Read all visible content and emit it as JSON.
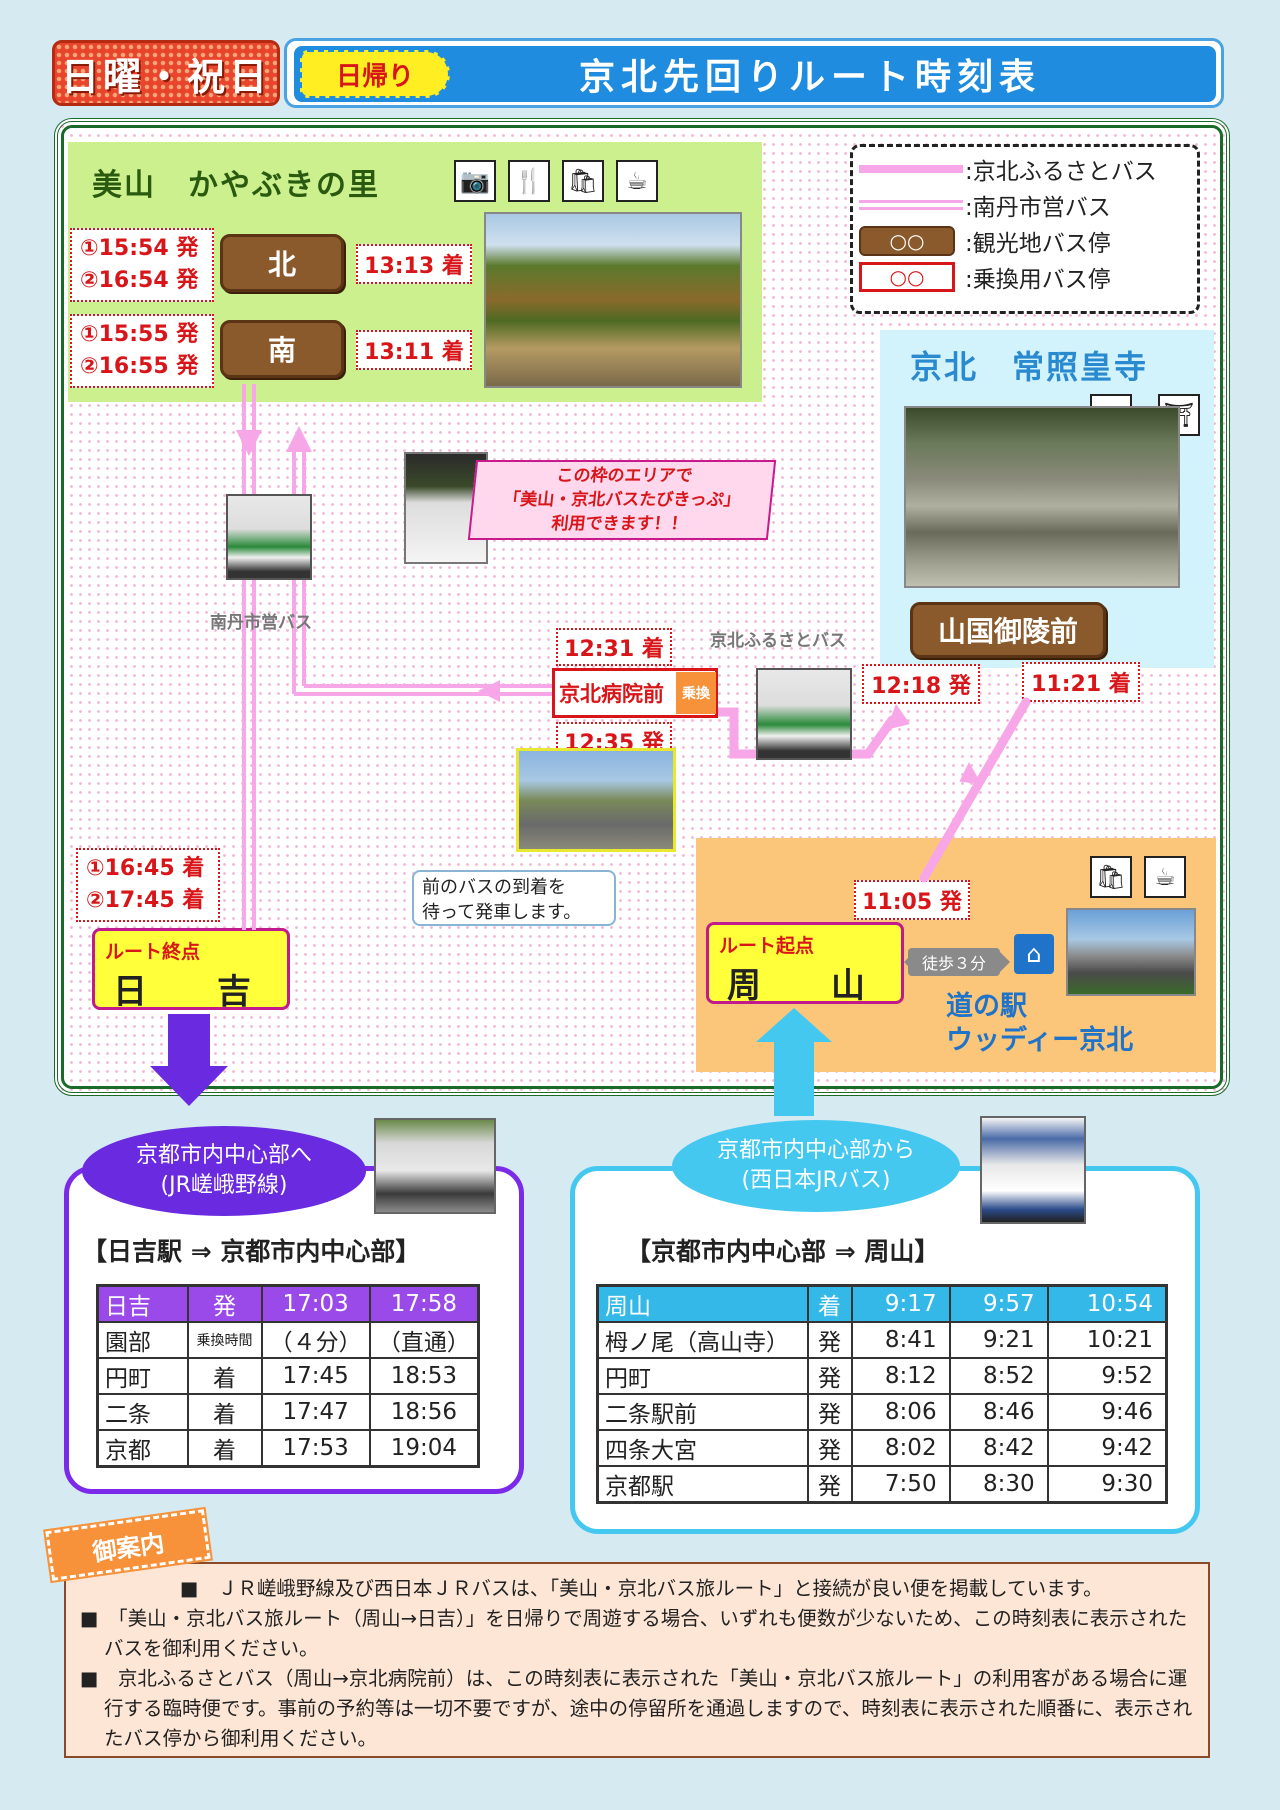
{
  "header": {
    "day_type": "日曜・祝日",
    "trip_tag": "日帰り",
    "title": "京北先回りルート時刻表"
  },
  "legend": {
    "items": [
      {
        "label": ":京北ふるさとバス"
      },
      {
        "label": ":南丹市営バス"
      },
      {
        "label": ":観光地バス停",
        "symbol": "○○"
      },
      {
        "label": ":乗換用バス停",
        "symbol": "○○"
      }
    ]
  },
  "miyama": {
    "title": "美山　かやぶきの里",
    "icons": [
      "camera-icon",
      "restaurant-icon",
      "shopping-icon",
      "cafe-icon"
    ],
    "north": {
      "name": "北",
      "arrive": "13:13 着",
      "depart": [
        "①15:54 発",
        "②16:54 発"
      ]
    },
    "south": {
      "name": "南",
      "arrive": "13:11 着",
      "depart": [
        "①15:55 発",
        "②16:55 発"
      ]
    }
  },
  "nantan_bus_label": "南丹市営バス",
  "ticket_note": [
    "この枠のエリアで",
    "「美山・京北バスたびきっぷ」",
    "利用できます！！"
  ],
  "joshoko": {
    "title": "京北　常照皇寺",
    "icons": [
      "camera-icon",
      "temple-icon"
    ],
    "stop": "山国御陵前",
    "arrive": "11:21 着",
    "depart": "12:18 発"
  },
  "keihoku_bus_label": "京北ふるさとバス",
  "hospital": {
    "name": "京北病院前",
    "transfer": "乗換",
    "arrive": "12:31 着",
    "depart": "12:35 発"
  },
  "bubble": [
    "前のバスの到着を",
    "待って発車します。"
  ],
  "hiyoshi": {
    "caption": "ルート終点",
    "name": "日　吉",
    "arrive": [
      "①16:45 着",
      "②17:45 着"
    ]
  },
  "shuzan": {
    "caption": "ルート起点",
    "name": "周　山",
    "depart": "11:05 発",
    "walk": "徒歩３分",
    "michi_no_eki": [
      "道の駅",
      "ウッディー京北"
    ],
    "icons": [
      "shopping-icon",
      "cafe-icon"
    ]
  },
  "jr": {
    "oval": [
      "京都市内中心部へ",
      "(JR嵯峨野線)"
    ],
    "heading": "【日吉駅 ⇒ 京都市内中心部】",
    "head": [
      "日吉",
      "発",
      "17:03",
      "17:58"
    ],
    "rows": [
      {
        "stop": "園部",
        "mid": "乗換時間",
        "v1": "（４分）",
        "v2": "（直通）"
      },
      {
        "stop": "円町",
        "mid": "着",
        "v1": "17:45",
        "v2": "18:53"
      },
      {
        "stop": "二条",
        "mid": "着",
        "v1": "17:47",
        "v2": "18:56"
      },
      {
        "stop": "京都",
        "mid": "着",
        "v1": "17:53",
        "v2": "19:04"
      }
    ]
  },
  "jrbus": {
    "oval": [
      "京都市内中心部から",
      "(西日本JRバス)"
    ],
    "heading": "【京都市内中心部 ⇒ 周山】",
    "head": [
      "周山",
      "着",
      "9:17",
      "9:57",
      "10:54"
    ],
    "rows": [
      {
        "stop": "栂ノ尾（高山寺）",
        "mid": "発",
        "v1": "8:41",
        "v2": "9:21",
        "v3": "10:21"
      },
      {
        "stop": "円町",
        "mid": "発",
        "v1": "8:12",
        "v2": "8:52",
        "v3": "9:52"
      },
      {
        "stop": "二条駅前",
        "mid": "発",
        "v1": "8:06",
        "v2": "8:46",
        "v3": "9:46"
      },
      {
        "stop": "四条大宮",
        "mid": "発",
        "v1": "8:02",
        "v2": "8:42",
        "v3": "9:42"
      },
      {
        "stop": "京都駅",
        "mid": "発",
        "v1": "7:50",
        "v2": "8:30",
        "v3": "9:30"
      }
    ]
  },
  "notes": {
    "tag": "御案内",
    "items": [
      "■　ＪＲ嵯峨野線及び西日本ＪＲバスは、「美山・京北バス旅ルート」と接続が良い便を掲載しています。",
      "■　「美山・京北バス旅ルート（周山→日吉）」を日帰りで周遊する場合、いずれも便数が少ないため、この時刻表に表示されたバスを御利用ください。",
      "■　京北ふるさとバス（周山→京北病院前）は、この時刻表に表示された「美山・京北バス旅ルート」の利用客がある場合に運行する臨時便です。事前の予約等は一切不要ですが、途中の停留所を通過しますので、時刻表に表示された順番に、表示されたバス停から御利用ください。"
    ]
  },
  "colors": {
    "keihoku_line": "#f7a6e8",
    "nantan_line": "#f7a6e8",
    "brand_blue": "#1f8ce0",
    "red": "#d8161a"
  }
}
